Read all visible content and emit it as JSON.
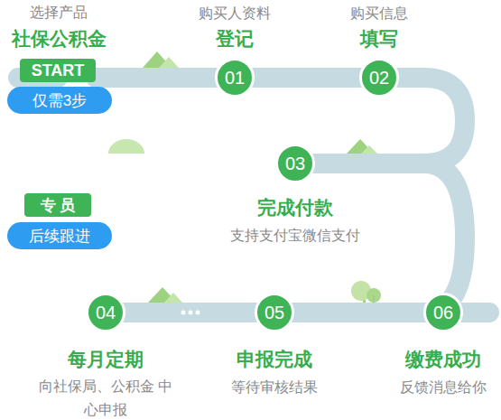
{
  "diagram": {
    "nodes": [
      {
        "text": [
          "START"
        ]
      },
      {
        "text": [
          "仅需3步"
        ]
      },
      {
        "text": [
          "01"
        ]
      },
      {
        "text": [
          "02"
        ]
      },
      {
        "text": [
          "03"
        ]
      },
      {
        "text": [
          "专 员"
        ]
      },
      {
        "text": [
          "后续跟进"
        ]
      },
      {
        "text": [
          "04"
        ]
      },
      {
        "text": [
          "05"
        ]
      },
      {
        "text": [
          "06"
        ]
      }
    ],
    "edges": [
      {
        "from": 0,
        "to": 2,
        "arrow": "none"
      },
      {
        "from": 2,
        "to": 3,
        "arrow": "none"
      },
      {
        "from": 3,
        "to": 4,
        "arrow": "none"
      },
      {
        "from": 4,
        "to": 7,
        "arrow": "none"
      },
      {
        "from": 7,
        "to": 8,
        "arrow": "none"
      },
      {
        "from": 8,
        "to": 9,
        "arrow": "none"
      }
    ],
    "labels": [
      "选择产品",
      "社保公积金",
      "购买人资料",
      "登记",
      "购买信息",
      "填写",
      "完成付款",
      "支持支付宝微信支付",
      "每月定期",
      "向社保局、公积金 中心申报",
      "申报完成",
      "等待审核结果",
      "缴费成功",
      "反馈消息给你"
    ]
  }
}
